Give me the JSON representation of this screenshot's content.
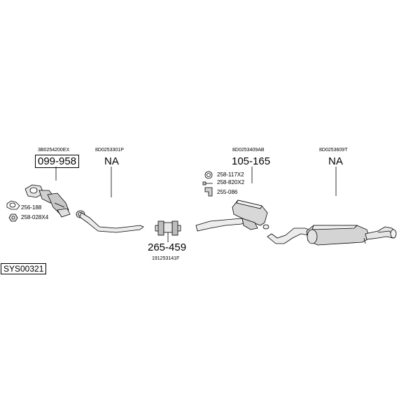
{
  "diagram_id": "SYS00321",
  "parts": {
    "downpipe": {
      "oem": "3B0254200EX",
      "part_no": "099-958"
    },
    "front_pipe": {
      "oem": "8D0253301P",
      "part_no": "NA"
    },
    "repair_connector": {
      "oem": "191253141F",
      "part_no": "265-459"
    },
    "middle_silencer": {
      "oem": "8D0253409AB",
      "part_no": "105-165"
    },
    "rear_silencer": {
      "oem": "8D0253609T",
      "part_no": "NA"
    }
  },
  "accessories": {
    "a1": "256-188",
    "a2": "258-028X4",
    "a3": "258-117X2",
    "a4": "258-820X2",
    "a5": "255-086"
  }
}
